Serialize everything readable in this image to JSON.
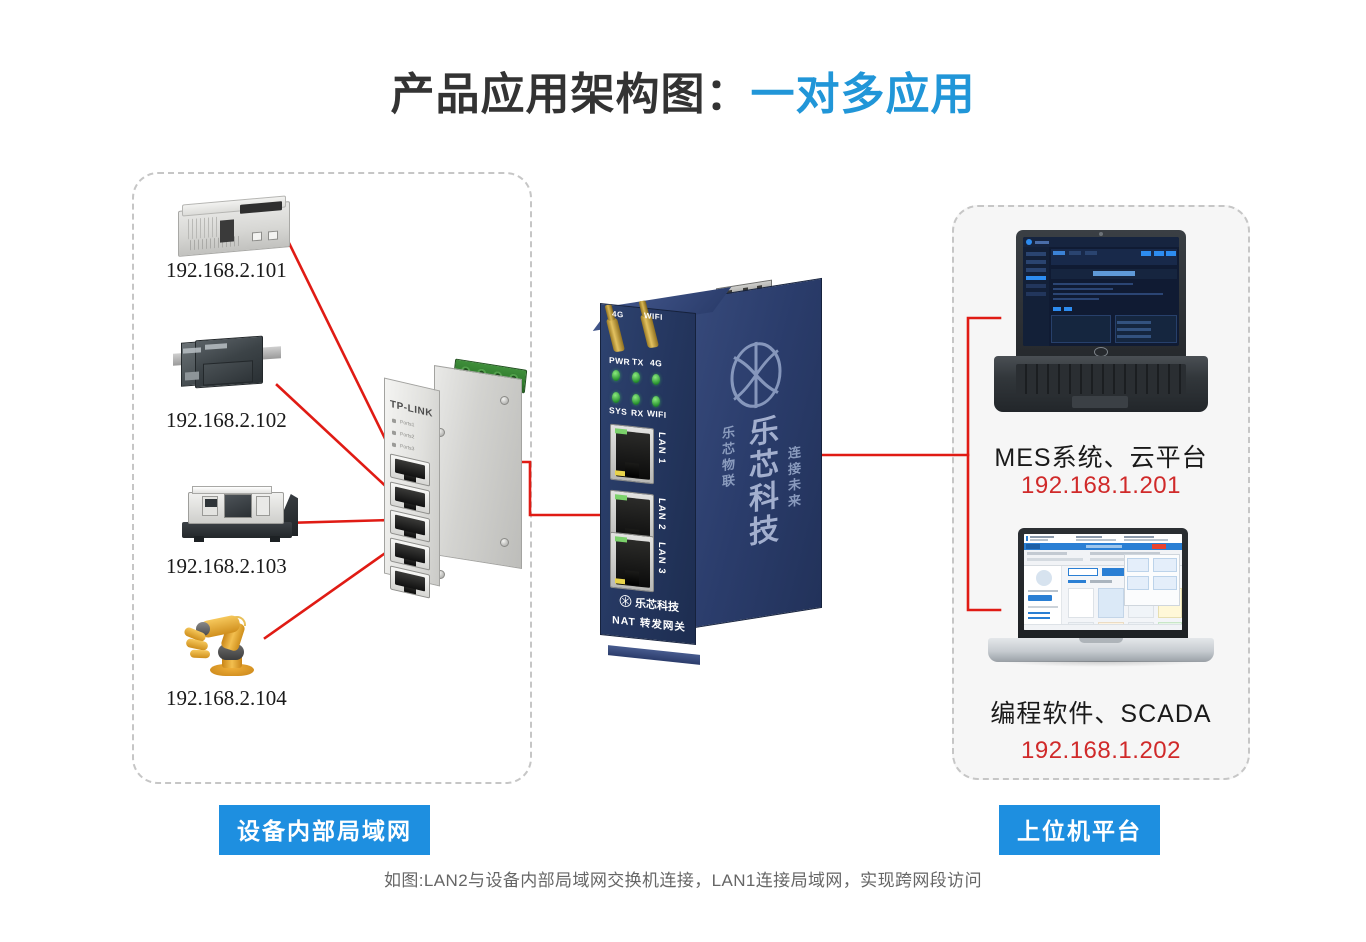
{
  "page": {
    "title_main": "产品应用架构图：",
    "title_accent": "一对多应用",
    "footnote": "如图:LAN2与设备内部局域网交换机连接，LAN1连接局域网，实现跨网段访问",
    "colors": {
      "accent_blue": "#2196d8",
      "chip_blue": "#1e8fe0",
      "wire_red": "#e01b14",
      "ip_red": "#d02a2a",
      "text_dark": "#1a1a1a",
      "group_border": "#c6c6c6",
      "gateway_body": "#253760"
    }
  },
  "lan_group": {
    "caption": "设备内部局域网",
    "devices": [
      {
        "name": "plc-controller",
        "ip": "192.168.2.101"
      },
      {
        "name": "siemens-plc",
        "ip": "192.168.2.102"
      },
      {
        "name": "cnc-machine",
        "ip": "192.168.2.103"
      },
      {
        "name": "robot-arm",
        "ip": "192.168.2.104"
      }
    ],
    "switch": {
      "brand": "TP-LINK",
      "port_count": 5,
      "led_labels": [
        "Ports1",
        "Ports2",
        "Ports3"
      ]
    }
  },
  "gateway": {
    "antenna_labels": [
      "4G",
      "WIFI"
    ],
    "led_labels_top": [
      "PWR",
      "TX",
      "4G"
    ],
    "led_labels_bottom": [
      "SYS",
      "RX",
      "WIFI"
    ],
    "ports": [
      "LAN 1",
      "LAN 2",
      "LAN 3"
    ],
    "brand": "乐芯科技",
    "model": "NAT 转发网关",
    "side_text_1": "乐芯物联",
    "side_text_2": "连接未来",
    "side_brand": "乐芯科技"
  },
  "host_group": {
    "caption": "上位机平台",
    "hosts": [
      {
        "name": "mes-cloud-laptop",
        "label": "MES系统、云平台",
        "ip": "192.168.1.201"
      },
      {
        "name": "scada-laptop",
        "label": "编程软件、SCADA",
        "ip": "192.168.1.202"
      }
    ]
  }
}
